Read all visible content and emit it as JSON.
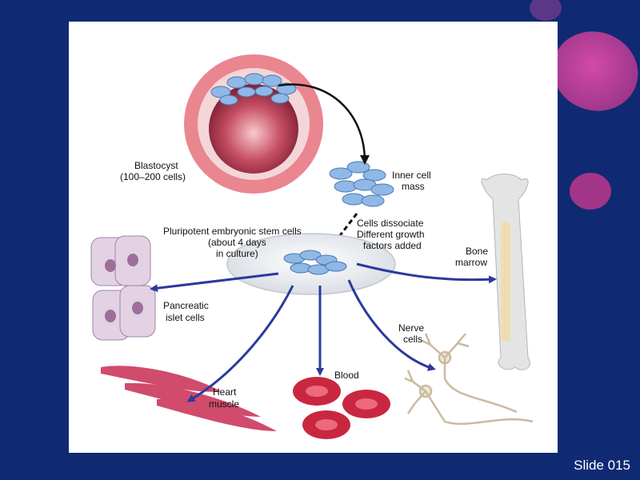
{
  "slide_number": "Slide 015",
  "labels": {
    "blastocyst_line1": "Blastocyst",
    "blastocyst_line2": "(100–200 cells)",
    "inner_cell_line1": "Inner cell",
    "inner_cell_line2": "mass",
    "dissociate_line1": "Cells dissociate",
    "dissociate_line2": "Different growth",
    "dissociate_line3": "factors added",
    "pluripotent_line1": "Pluripotent embryonic stem cells",
    "pluripotent_line2": "(about 4 days",
    "pluripotent_line3": "in culture)",
    "bone_line1": "Bone",
    "bone_line2": "marrow",
    "pancreatic_line1": "Pancreatic",
    "pancreatic_line2": "islet cells",
    "nerve_line1": "Nerve",
    "nerve_line2": "cells",
    "blood": "Blood",
    "heart_line1": "Heart",
    "heart_line2": "muscle"
  },
  "colors": {
    "background": "#0f2a72",
    "arrow": "#2b3a9c",
    "stem_cell": "#8fb8e6",
    "blastocyst": "#e9868f",
    "blood": "#c8273f"
  }
}
